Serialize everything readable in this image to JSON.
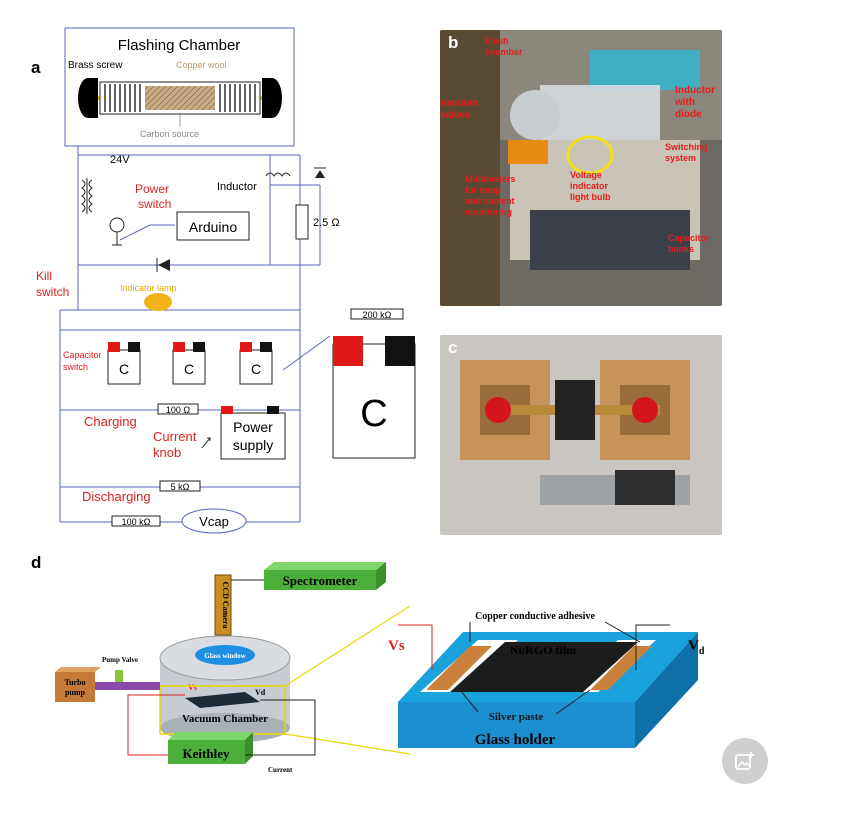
{
  "panels": {
    "a": "a",
    "b": "b",
    "c": "c",
    "d": "d"
  },
  "circuit": {
    "chamber_title": "Flashing Chamber",
    "brass_screw": "Brass screw",
    "copper_wool": "Copper wool",
    "carbon_source": "Carbon source",
    "voltage_24": "24V",
    "power_switch_1": "Power",
    "power_switch_2": "switch",
    "inductor": "Inductor",
    "arduino": "Arduino",
    "resistor_2_5": "2.5 Ω",
    "kill_switch_1": "Kill",
    "kill_switch_2": "switch",
    "indicator_lamp": "Indicator lamp",
    "capacitor_switch_1": "Capacitor",
    "capacitor_switch_2": "switch",
    "cap_label": "C",
    "resistor_200k": "200 kΩ",
    "big_cap": "C",
    "resistor_100": "100 Ω",
    "charging": "Charging",
    "current_knob_1": "Current",
    "current_knob_2": "knob",
    "power_supply_1": "Power",
    "power_supply_2": "supply",
    "discharging": "Discharging",
    "resistor_5k": "5 kΩ",
    "resistor_100k": "100 kΩ",
    "vcap": "Vcap"
  },
  "photo_b": {
    "flash_chamber_1": "Flash",
    "flash_chamber_2": "chamber",
    "inductor_1": "Inductor",
    "inductor_2": "with diode",
    "vacuum_1": "Vacuum",
    "vacuum_2": "valves",
    "switches_1": "Switching",
    "switches_2": "system",
    "multimeters_1": "Multimeters",
    "multimeters_2": "for temp",
    "multimeters_3": "and current",
    "multimeters_4": "monitoring",
    "voltage_1": "Voltage",
    "voltage_2": "indicator",
    "voltage_3": "light bulb",
    "capacitor_1": "Capacitor",
    "capacitor_2": "banks"
  },
  "setup_d": {
    "ccd": "CCD Camera",
    "spectrometer": "Spectrometer",
    "pump_valve": "Pump Valve",
    "turbo_1": "Turbo",
    "turbo_2": "pump",
    "glass_window": "Glass window",
    "vs_small": "Vs",
    "vd_small": "Vd",
    "vacuum_chamber": "Vacuum Chamber",
    "keithley": "Keithley",
    "current": "Current",
    "copper_adhesive": "Copper conductive adhesive",
    "vs": "Vs",
    "vd": "V",
    "vd_sub": "d",
    "film": "Ni/RGO film",
    "silver_paste": "Silver paste",
    "glass_holder": "Glass holder"
  },
  "fab": {
    "icon": "add-image-icon"
  }
}
